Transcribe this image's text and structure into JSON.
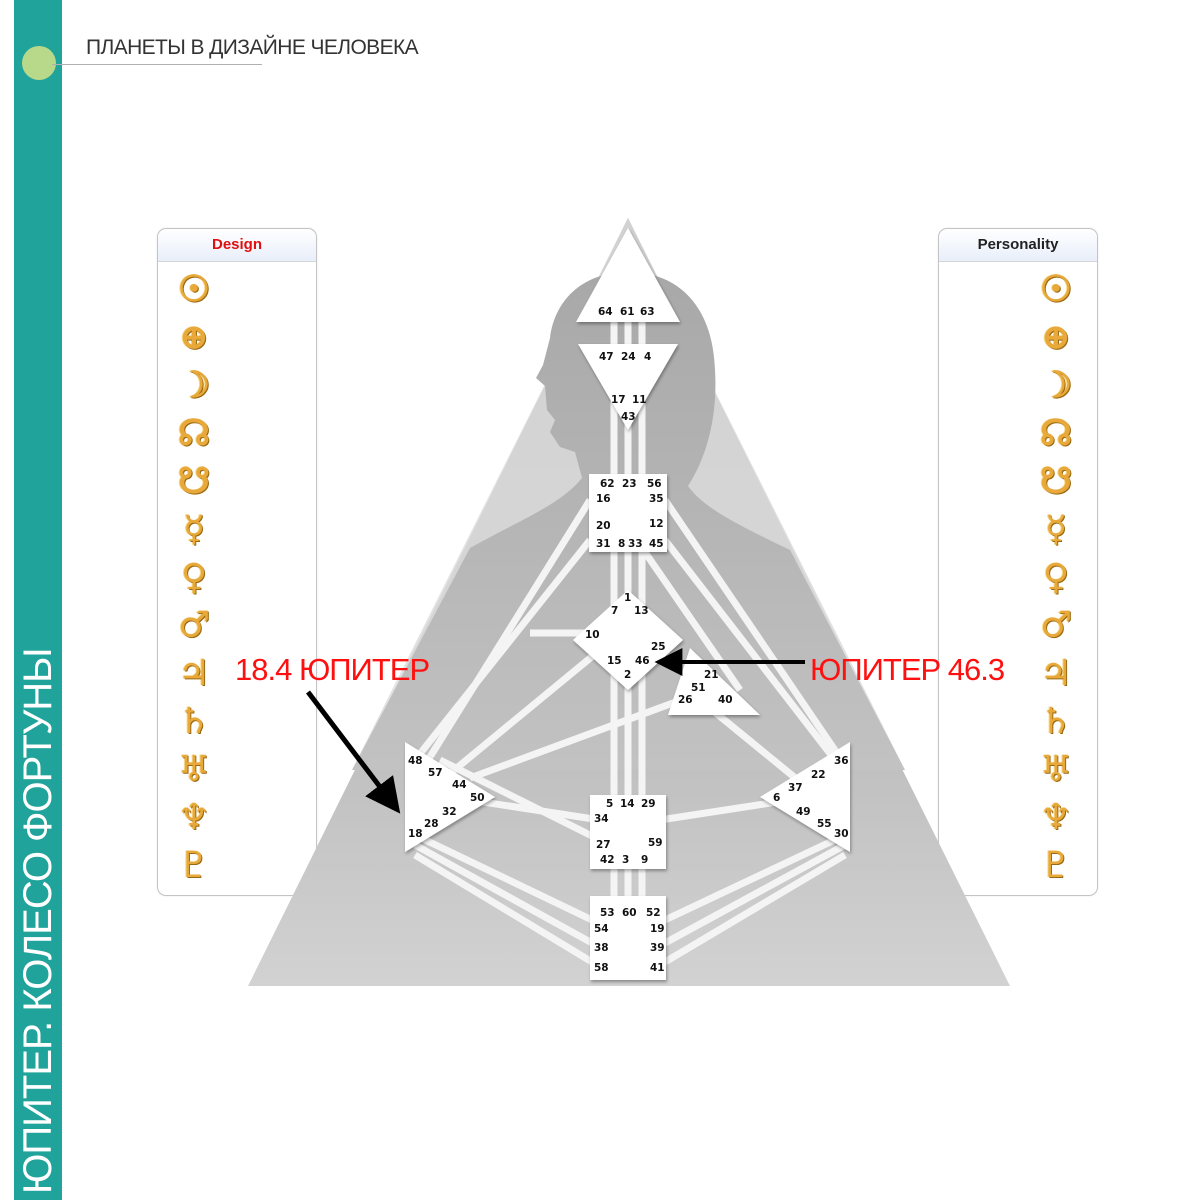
{
  "header": {
    "title": "ПЛАНЕТЫ В ДИЗАЙНЕ ЧЕЛОВЕКА"
  },
  "sidebar": {
    "title": "ЮПИТЕР. КОЛЕСО ФОРТУНЫ"
  },
  "design_panel": {
    "title": "Design"
  },
  "personality_panel": {
    "title": "Personality"
  },
  "planets": [
    "☉",
    "⊕",
    "☽",
    "☊",
    "☋",
    "☿",
    "♀",
    "♂",
    "♃",
    "♄",
    "♅",
    "♆",
    "♇"
  ],
  "annotations": {
    "left": "18.4 ЮПИТЕР",
    "right": "ЮПИТЕР 46.3"
  },
  "gates": {
    "g64": "64",
    "g61": "61",
    "g63": "63",
    "g47": "47",
    "g24": "24",
    "g4": "4",
    "g17": "17",
    "g11": "11",
    "g43": "43",
    "g62": "62",
    "g23": "23",
    "g56": "56",
    "g16": "16",
    "g35": "35",
    "g20": "20",
    "g12": "12",
    "g31": "31",
    "g8": "8",
    "g33": "33",
    "g45": "45",
    "g1": "1",
    "g7": "7",
    "g13": "13",
    "g10": "10",
    "g25": "25",
    "g15": "15",
    "g46": "46",
    "g2": "2",
    "g21": "21",
    "g51": "51",
    "g26": "26",
    "g40": "40",
    "g48": "48",
    "g57": "57",
    "g44": "44",
    "g50": "50",
    "g32": "32",
    "g28": "28",
    "g18": "18",
    "g36": "36",
    "g22": "22",
    "g37": "37",
    "g6": "6",
    "g49": "49",
    "g55": "55",
    "g30": "30",
    "g5": "5",
    "g14": "14",
    "g29": "29",
    "g34": "34",
    "g27": "27",
    "g59": "59",
    "g42": "42",
    "g3": "3",
    "g9": "9",
    "g53": "53",
    "g60": "60",
    "g52": "52",
    "g54": "54",
    "g19": "19",
    "g38": "38",
    "g39": "39",
    "g58": "58",
    "g41": "41"
  },
  "colors": {
    "accent": "#20a39b",
    "dot": "#b8d98a",
    "annotation": "#ff1010",
    "planet_gold": "#e8a93a",
    "design_title": "#e01010"
  }
}
